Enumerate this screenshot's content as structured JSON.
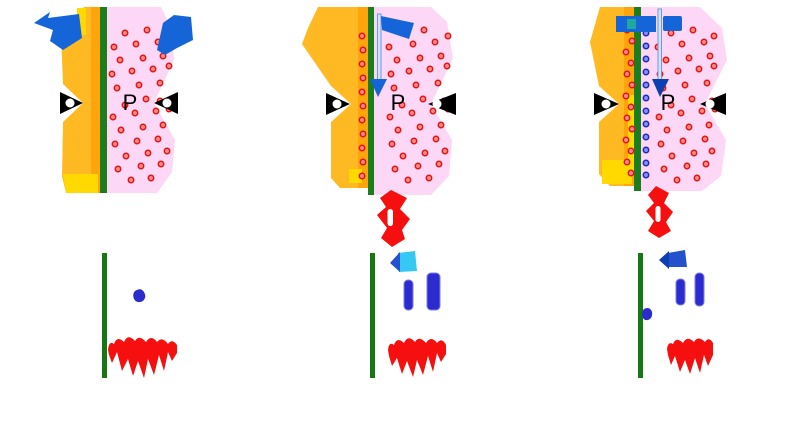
{
  "figure": {
    "description_colors": {
      "background": "#FFFFFF",
      "gate_metal": "#FFB922",
      "gate_metal_band": "#FFA40A",
      "gate_metal_accent": "#FFD900",
      "oxide_green": "#1B7D1B",
      "semiconductor_pink": "#FCD7F6",
      "hole_dot": "#E51212",
      "electron_dot": "#2026C8",
      "field_arrow_blue": "#1565D8",
      "plot_interface_green": "#157815",
      "plot_electron_blue": "#2B2BD0",
      "plot_hole_red": "#F50F0F",
      "plot_arrow_cyan": "#35C8F0",
      "contact_black": "#000000",
      "contact_center_white": "#FFFFFF",
      "label_black": "#000000"
    }
  },
  "panels": [
    {
      "name": "panel-1",
      "semiconductor_label": "P",
      "gate_charge_dots": [],
      "electron_dots": [],
      "hole_dots": [
        [
          125,
          33
        ],
        [
          147,
          30
        ],
        [
          114,
          47
        ],
        [
          136,
          44
        ],
        [
          158,
          42
        ],
        [
          169,
          36
        ],
        [
          120,
          60
        ],
        [
          143,
          58
        ],
        [
          163,
          56
        ],
        [
          112,
          74
        ],
        [
          132,
          71
        ],
        [
          153,
          69
        ],
        [
          169,
          66
        ],
        [
          117,
          88
        ],
        [
          139,
          85
        ],
        [
          160,
          83
        ],
        [
          146,
          99
        ],
        [
          125,
          105
        ],
        [
          160,
          101
        ],
        [
          113,
          117
        ],
        [
          135,
          113
        ],
        [
          156,
          111
        ],
        [
          169,
          109
        ],
        [
          121,
          130
        ],
        [
          143,
          127
        ],
        [
          163,
          125
        ],
        [
          115,
          144
        ],
        [
          137,
          141
        ],
        [
          158,
          139
        ],
        [
          126,
          156
        ],
        [
          148,
          153
        ],
        [
          167,
          151
        ],
        [
          118,
          169
        ],
        [
          141,
          166
        ],
        [
          161,
          164
        ],
        [
          131,
          180
        ],
        [
          151,
          178
        ]
      ],
      "plot": {
        "electron_bars": []
      }
    },
    {
      "name": "panel-2",
      "semiconductor_label": "P",
      "gate_charge_dots": [
        [
          362,
          36
        ],
        [
          363,
          50
        ],
        [
          362,
          64
        ],
        [
          363,
          78
        ],
        [
          362,
          92
        ],
        [
          363,
          106
        ],
        [
          362,
          120
        ],
        [
          363,
          134
        ],
        [
          362,
          148
        ],
        [
          363,
          162
        ],
        [
          362,
          176
        ]
      ],
      "electron_dots": [],
      "hole_dots": [
        [
          402,
          33
        ],
        [
          424,
          30
        ],
        [
          389,
          47
        ],
        [
          413,
          44
        ],
        [
          435,
          42
        ],
        [
          448,
          36
        ],
        [
          397,
          60
        ],
        [
          420,
          58
        ],
        [
          441,
          56
        ],
        [
          391,
          74
        ],
        [
          409,
          71
        ],
        [
          430,
          69
        ],
        [
          447,
          66
        ],
        [
          394,
          88
        ],
        [
          416,
          85
        ],
        [
          438,
          83
        ],
        [
          423,
          99
        ],
        [
          402,
          105
        ],
        [
          444,
          101
        ],
        [
          390,
          117
        ],
        [
          412,
          113
        ],
        [
          433,
          111
        ],
        [
          448,
          109
        ],
        [
          398,
          130
        ],
        [
          420,
          127
        ],
        [
          441,
          125
        ],
        [
          392,
          144
        ],
        [
          414,
          141
        ],
        [
          436,
          139
        ],
        [
          403,
          156
        ],
        [
          425,
          153
        ],
        [
          445,
          151
        ],
        [
          395,
          169
        ],
        [
          418,
          166
        ],
        [
          439,
          164
        ],
        [
          408,
          180
        ],
        [
          429,
          178
        ]
      ],
      "plot": {
        "electron_bars": [
          [
            404,
            280,
            9,
            30
          ],
          [
            427,
            273,
            13,
            37
          ]
        ]
      }
    },
    {
      "name": "panel-3",
      "semiconductor_label": "P",
      "gate_charge_dots": [
        [
          627,
          30
        ],
        [
          632,
          41
        ],
        [
          626,
          52
        ],
        [
          631,
          63
        ],
        [
          627,
          74
        ],
        [
          632,
          85
        ],
        [
          626,
          96
        ],
        [
          631,
          107
        ],
        [
          627,
          118
        ],
        [
          632,
          129
        ],
        [
          626,
          140
        ],
        [
          631,
          151
        ],
        [
          627,
          162
        ],
        [
          631,
          173
        ]
      ],
      "electron_dots": [
        [
          646,
          33
        ],
        [
          646,
          46
        ],
        [
          646,
          59
        ],
        [
          646,
          72
        ],
        [
          646,
          85
        ],
        [
          646,
          98
        ],
        [
          646,
          111
        ],
        [
          646,
          124
        ],
        [
          646,
          137
        ],
        [
          646,
          150
        ],
        [
          646,
          163
        ],
        [
          646,
          175
        ]
      ],
      "hole_dots": [
        [
          671,
          33
        ],
        [
          693,
          30
        ],
        [
          658,
          47
        ],
        [
          682,
          44
        ],
        [
          704,
          42
        ],
        [
          714,
          36
        ],
        [
          666,
          60
        ],
        [
          689,
          58
        ],
        [
          710,
          56
        ],
        [
          660,
          74
        ],
        [
          678,
          71
        ],
        [
          699,
          69
        ],
        [
          714,
          66
        ],
        [
          663,
          88
        ],
        [
          685,
          85
        ],
        [
          707,
          83
        ],
        [
          692,
          99
        ],
        [
          671,
          105
        ],
        [
          712,
          101
        ],
        [
          659,
          117
        ],
        [
          681,
          113
        ],
        [
          702,
          111
        ],
        [
          715,
          109
        ],
        [
          667,
          130
        ],
        [
          689,
          127
        ],
        [
          709,
          125
        ],
        [
          661,
          144
        ],
        [
          683,
          141
        ],
        [
          705,
          139
        ],
        [
          672,
          156
        ],
        [
          694,
          153
        ],
        [
          712,
          151
        ],
        [
          664,
          169
        ],
        [
          687,
          166
        ],
        [
          706,
          164
        ],
        [
          677,
          180
        ],
        [
          697,
          178
        ]
      ],
      "plot": {
        "electron_bars": [
          [
            676,
            279,
            9,
            26
          ],
          [
            695,
            273,
            9,
            33
          ]
        ]
      }
    }
  ]
}
